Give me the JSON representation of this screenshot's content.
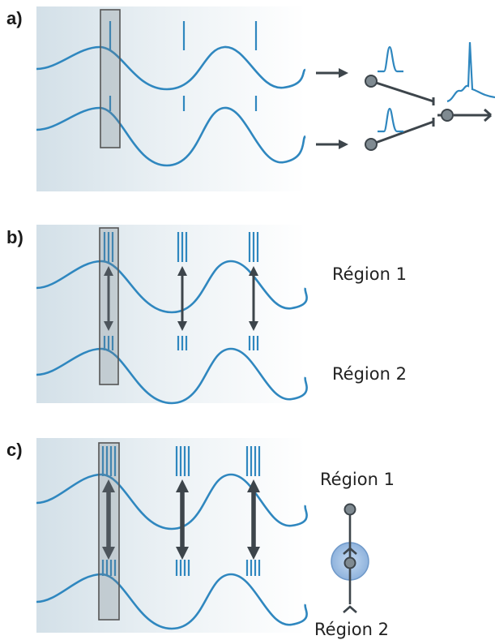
{
  "panels": [
    {
      "label": "a)"
    },
    {
      "label": "b)"
    },
    {
      "label": "c)"
    }
  ],
  "region_labels": {
    "b_region1": "Région 1",
    "b_region2": "Région 2",
    "c_region1": "Région 1",
    "c_region2": "Région 2"
  },
  "colors": {
    "wave": "#2f87bf",
    "dark": "#3d454b",
    "node": "#7f8a91",
    "soma_halo": "#a9c7e8"
  }
}
